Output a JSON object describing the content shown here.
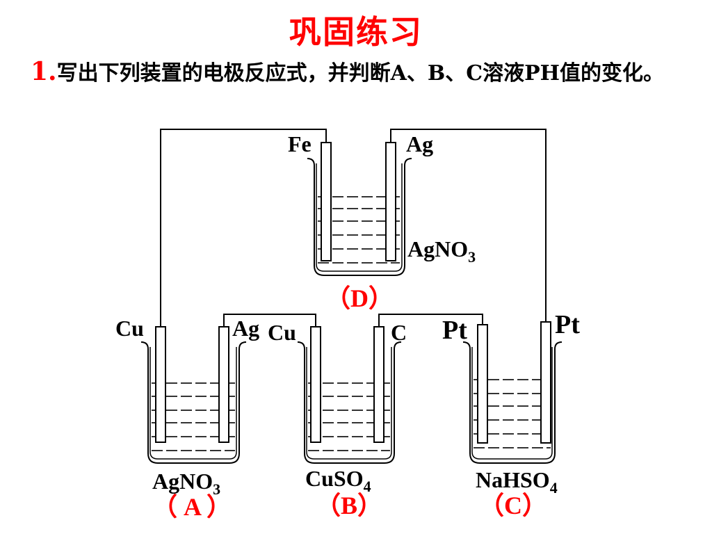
{
  "title": "巩固练习",
  "question": {
    "number": "1.",
    "text": "写出下列装置的电极反应式，并判断A、B、C溶液PH值的变化。"
  },
  "diagram": {
    "cell_d": {
      "electrode_left": "Fe",
      "electrode_right": "Ag",
      "solution_main": "AgNO",
      "solution_sub": "3",
      "label": "（D）"
    },
    "cell_a": {
      "electrode_left": "Cu",
      "electrode_right": "Ag",
      "solution_main": "AgNO",
      "solution_sub": "3",
      "label": "（ A ）"
    },
    "cell_b": {
      "electrode_left": "Cu",
      "electrode_right": "C",
      "solution_main": "CuSO",
      "solution_sub": "4",
      "label": "（B）"
    },
    "cell_c": {
      "electrode_left": "Pt",
      "electrode_right": "Pt",
      "solution_main": "NaHSO",
      "solution_sub": "4",
      "label": "（C）"
    },
    "colors": {
      "label": "#ff0000",
      "line": "#000000",
      "liquid": "#333333"
    }
  }
}
